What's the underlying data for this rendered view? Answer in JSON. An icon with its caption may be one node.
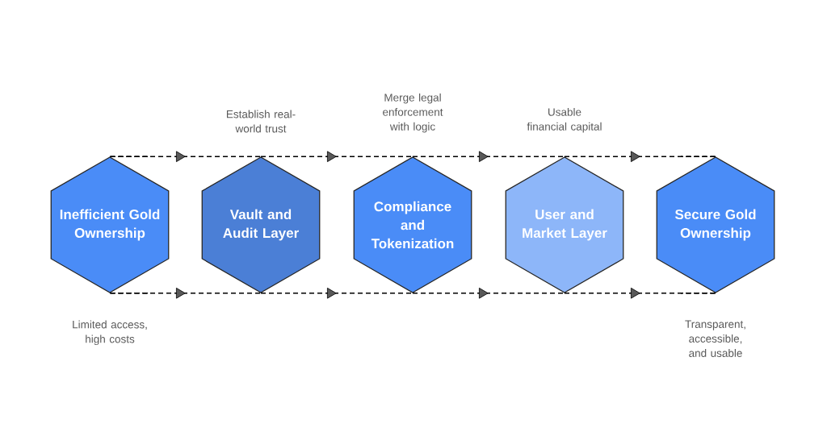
{
  "diagram": {
    "nodes": [
      {
        "text": [
          "Inefficient Gold Ownership"
        ],
        "beside": [
          "Limited access, high costs"
        ]
      },
      {
        "text": [
          "Vault and Audit Layer"
        ],
        "beside": [
          "Establish real-world trust"
        ]
      },
      {
        "text": [
          "Compliance and Tokenization"
        ],
        "beside": [
          "Merge legal enforcement with logic"
        ]
      },
      {
        "text": [
          "User and Market Layer"
        ],
        "beside": [
          "Usable financial capital"
        ]
      },
      {
        "text": [
          "Secure Gold Ownership"
        ],
        "beside": [
          "Transparent, accessible, and usable"
        ]
      }
    ],
    "edges": [
      {
        "from": 0,
        "to": 1,
        "arrow": "to",
        "style": "dashed"
      },
      {
        "from": 1,
        "to": 2,
        "arrow": "to",
        "style": "dashed"
      },
      {
        "from": 2,
        "to": 3,
        "arrow": "to",
        "style": "dashed"
      },
      {
        "from": 3,
        "to": 4,
        "arrow": "to",
        "style": "dashed"
      },
      {
        "from": 0,
        "to": 1,
        "arrow": "to",
        "style": "dashed"
      },
      {
        "from": 1,
        "to": 2,
        "arrow": "to",
        "style": "dashed"
      },
      {
        "from": 2,
        "to": 3,
        "arrow": "to",
        "style": "dashed"
      },
      {
        "from": 3,
        "to": 4,
        "arrow": "to",
        "style": "dashed"
      }
    ]
  }
}
